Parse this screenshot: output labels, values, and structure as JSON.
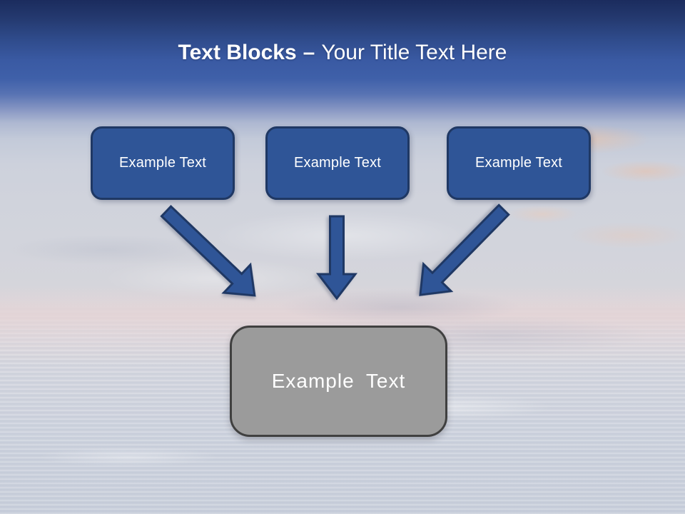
{
  "slide": {
    "title": {
      "emphasis": "Text Blocks",
      "separator": "–",
      "subtitle": "Your Title Text Here"
    }
  },
  "source_blocks": [
    {
      "label": "Example Text"
    },
    {
      "label": "Example Text"
    },
    {
      "label": "Example Text"
    }
  ],
  "target_block": {
    "label": "Example Text"
  },
  "icons": {
    "arrow_1": "arrow-down-right-icon",
    "arrow_2": "arrow-down-icon",
    "arrow_3": "arrow-down-left-icon"
  },
  "colors": {
    "header_top": "#1b2c5e",
    "header_blue": "#3a5aa3",
    "block_fill": "#2f5597",
    "block_border": "#1f3864",
    "arrow_fill": "#2f5597",
    "arrow_border": "#1f3864",
    "target_fill": "#9b9b9b",
    "target_border": "#404040",
    "title_text": "#ffffff",
    "block_text": "#ffffff"
  }
}
